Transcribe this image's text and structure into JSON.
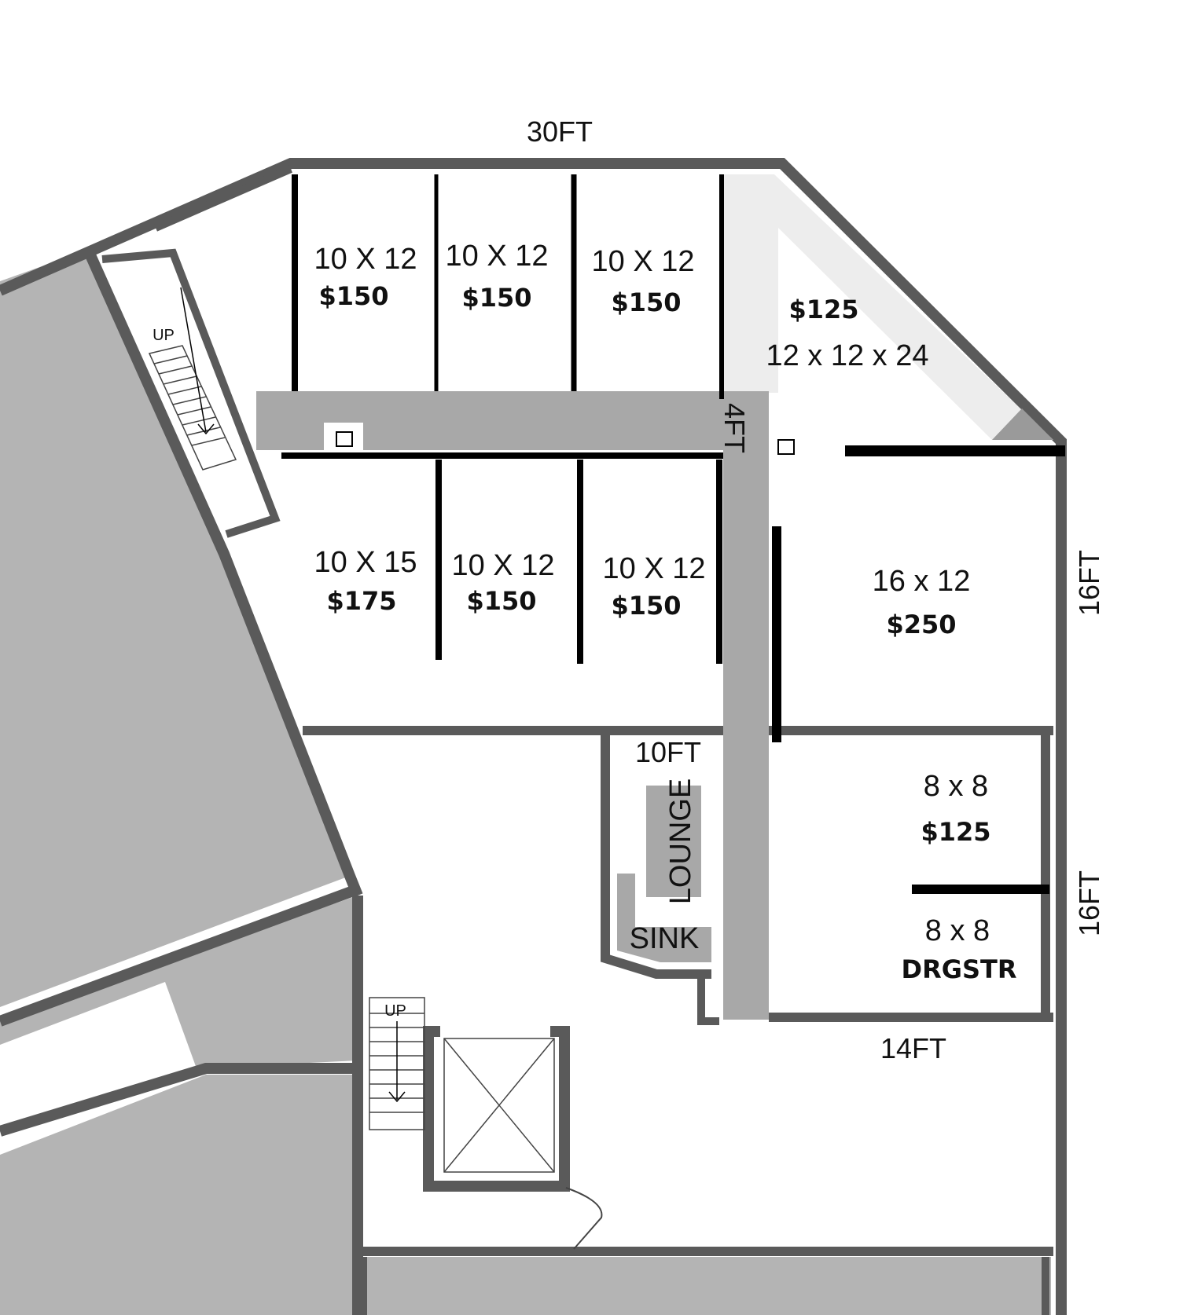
{
  "dimensions": {
    "top": "30FT",
    "hallway": "4FT",
    "right_upper": "16FT",
    "right_lower": "16FT",
    "lounge_width": "10FT",
    "bottom_rooms": "14FT"
  },
  "rooms": [
    {
      "id": "a1",
      "size": "10 X 12",
      "price": "$150"
    },
    {
      "id": "a2",
      "size": "10 X 12",
      "price": "$150"
    },
    {
      "id": "a3",
      "size": "10 X 12",
      "price": "$150"
    },
    {
      "id": "corner",
      "size": "12 x 12 x 24",
      "price": "$125"
    },
    {
      "id": "b1",
      "size": "10 X 15",
      "price": "$175"
    },
    {
      "id": "b2",
      "size": "10 X 12",
      "price": "$150"
    },
    {
      "id": "b3",
      "size": "10 X 12",
      "price": "$150"
    },
    {
      "id": "big",
      "size": "16 x 12",
      "price": "$250"
    },
    {
      "id": "small1",
      "size": "8 x 8",
      "price": "$125"
    },
    {
      "id": "small2",
      "size": "8 x 8",
      "price": "DRGSTR"
    }
  ],
  "labels": {
    "lounge": "LOUNGE",
    "sink": "SINK",
    "stair_up_1": "UP",
    "stair_up_2": "UP"
  },
  "colors": {
    "wall": "#5a5a5a",
    "fill": "#b4b4b4",
    "hall": "#a8a8a8",
    "partition": "#000000"
  }
}
